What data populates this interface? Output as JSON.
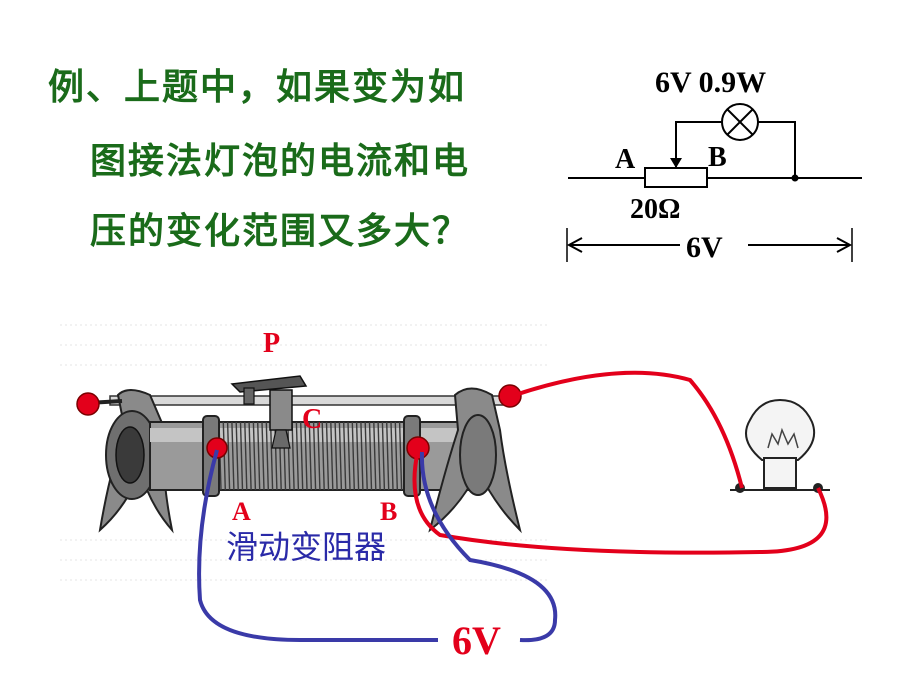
{
  "question": {
    "line1": "例、上题中，如果变为如",
    "line2": "图接法灯泡的电流和电",
    "line3": "压的变化范围又多大？"
  },
  "schematic": {
    "lamp_rating": "6V  0.9W",
    "terminal_a": "A",
    "terminal_b": "B",
    "resistance": "20Ω",
    "supply": "6V"
  },
  "apparatus": {
    "slider_label": "P",
    "contact_label": "C",
    "terminal_a": "A",
    "terminal_b": "B",
    "caption": "滑动变阻器",
    "supply": "6V"
  },
  "colors": {
    "question_text": "#1a6b1a",
    "red_wire": "#e3001b",
    "blue_wire": "#3a3aa8",
    "label_red": "#e3001b"
  }
}
